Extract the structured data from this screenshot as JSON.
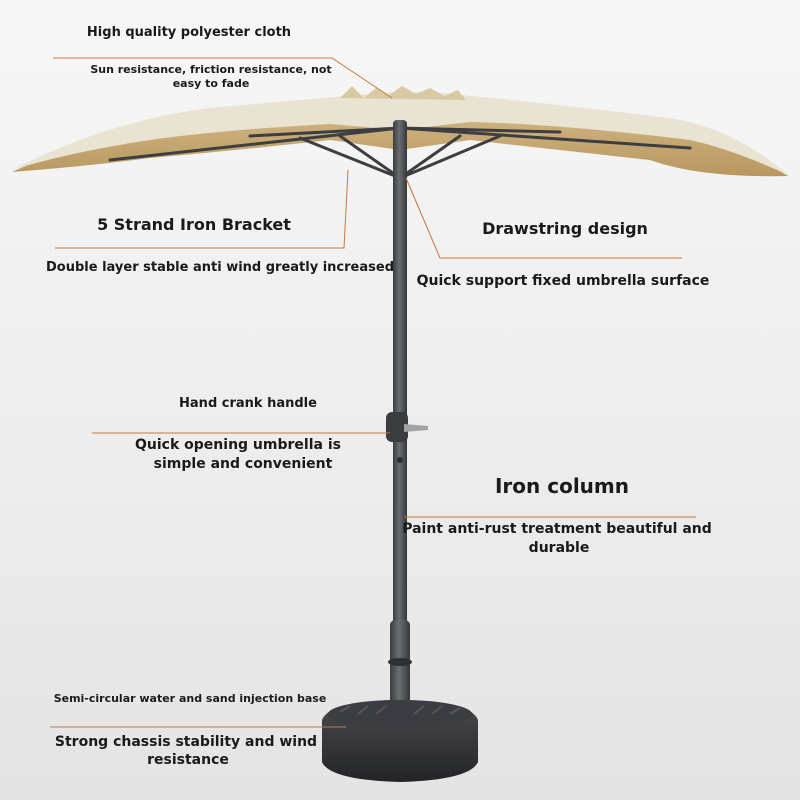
{
  "colors": {
    "canopy": "#e8e1cf",
    "canopy_under": "#c9ad7a",
    "pole": "#4b4e52",
    "base": "#2f3034",
    "accent_line": "#c8763c",
    "text": "#1a1a1a"
  },
  "callouts": {
    "cloth": {
      "title": "High quality polyester cloth",
      "desc": "Sun resistance, friction resistance, not easy to fade"
    },
    "bracket": {
      "title": "5 Strand Iron Bracket",
      "desc": "Double layer stable anti wind greatly increased"
    },
    "drawstring": {
      "title": "Drawstring design",
      "desc": "Quick support fixed umbrella surface"
    },
    "crank": {
      "title": "Hand crank handle",
      "desc_line1": "Quick opening umbrella is",
      "desc_line2": "simple and convenient"
    },
    "column": {
      "title": "Iron column",
      "desc_line1": "Paint anti-rust treatment beautiful and",
      "desc_line2": "durable"
    },
    "base": {
      "title": "Semi-circular water and sand injection base",
      "desc_line1": "Strong chassis stability and wind",
      "desc_line2": "resistance"
    }
  }
}
